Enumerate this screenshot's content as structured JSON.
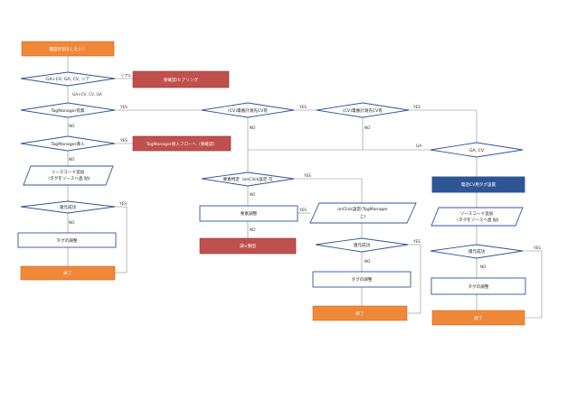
{
  "nodes": {
    "start": "電話計測をしたい！",
    "q_tool": "GA+CV, GA, CV, リア",
    "hearing": "要確認/ヒアリング",
    "q_tm_exists": "TagManager有無",
    "q_cv_domain": "(CV)電番計測先CV有",
    "q_cv_tel": "(CV)電番計測先CV有",
    "q_tm_install": "TagManager導入",
    "tm_flow": "TagManager導入フローへ（要確認）",
    "code_add_1_line1": "ソースコード追加",
    "code_add_1_line2": "（タグをソースへ直 貼)",
    "q_onclick": "要素特定（onClick設定 可",
    "q_ga_cv": "GA, CV",
    "phone_tag": "電話CV用タグ設置",
    "q_success_1": "諸元成功",
    "elem_adjust": "要素調整",
    "onclick_setup_line1": "onClick設定(TagManager",
    "onclick_setup_line2": "上)",
    "code_add_2_line1": "ソースコード追加",
    "code_add_2_line2": "（タグをソースへ直 貼)",
    "tag_adjust_1": "タグの調整",
    "impossible": "調×整困",
    "q_success_2": "諸元成功",
    "q_success_3": "諸元成功",
    "end_1": "終了",
    "tag_adjust_2": "タグの調整",
    "tag_adjust_3": "タグの調整",
    "end_2": "終了",
    "end_3": "終了"
  },
  "labels": {
    "real": "リアル",
    "ga_cv_list": "GA+CV, CV, GA",
    "yes": "YES",
    "no": "NO",
    "ga": "GA"
  },
  "colors": {
    "outline": "#2f5597",
    "terminal": "#f0883a",
    "alert": "#c0504d",
    "connector": "#888888"
  }
}
